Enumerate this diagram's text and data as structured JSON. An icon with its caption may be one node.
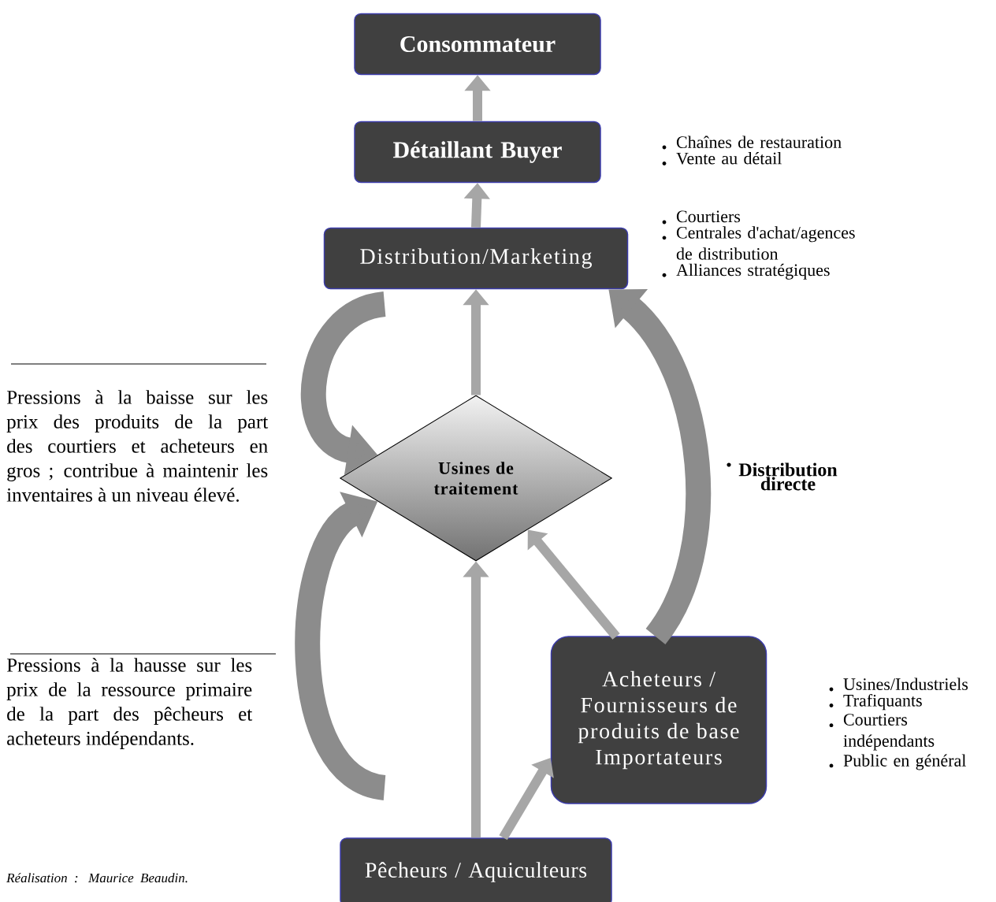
{
  "diagram": {
    "nodes": [
      {
        "text": [
          "Consommateur"
        ]
      },
      {
        "text": [
          "Détaillant Buyer"
        ],
        "beside": [
          "Chaînes de restauration",
          "Vente au détail"
        ]
      },
      {
        "text": [
          "Distribution/Marketing"
        ],
        "beside": [
          "Courtiers",
          "Centrales d'achat/agences de distribution",
          "Alliances stratégiques"
        ]
      },
      {
        "text": [
          "Usines de traitement"
        ]
      },
      {
        "text": [
          "Acheteurs / Fournisseurs de produits de base Importateurs"
        ],
        "beside": [
          "Usines/Industriels",
          "Trafiquants",
          "Courtiers indépendants",
          "Public en général"
        ]
      },
      {
        "text": [
          "Pêcheurs / Aquiculteurs"
        ]
      }
    ],
    "edges": [
      {
        "from": 1,
        "to": 0,
        "arrow": "to"
      },
      {
        "from": 2,
        "to": 1,
        "arrow": "to"
      },
      {
        "from": 3,
        "to": 2,
        "arrow": "to"
      },
      {
        "from": null,
        "to": 3,
        "arrow": "to",
        "style": "thick",
        "color": "#8c8c8c"
      },
      {
        "from": null,
        "to": 3,
        "arrow": "to",
        "style": "thick",
        "color": "#8c8c8c"
      },
      {
        "from": 4,
        "to": 2,
        "arrow": "to",
        "label": "Distribution directe",
        "style": "thick",
        "color": "#8c8c8c"
      },
      {
        "from": 4,
        "to": 3,
        "arrow": "to"
      },
      {
        "from": 5,
        "to": 3,
        "arrow": "to"
      },
      {
        "from": 5,
        "to": 4,
        "arrow": "to"
      }
    ],
    "labels": [
      "Pressions à la baisse sur les prix des produits de la part des courtiers et acheteurs en gros ; contribue à maintenir les inventaires à un niveau élevé.",
      "Pressions à la hausse sur les prix de la ressource primaire de la part des pêcheurs et acheteurs indépendants.",
      "Réalisation : Maurice Beaudin."
    ]
  }
}
